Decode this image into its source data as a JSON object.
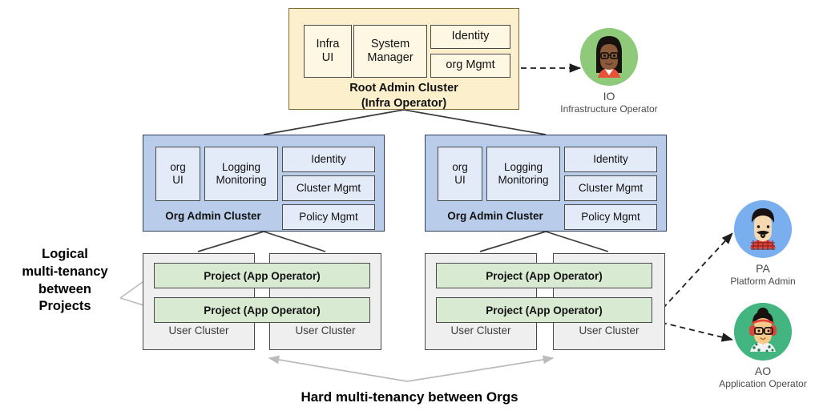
{
  "diagram": {
    "root_cluster": {
      "title_line1": "Root Admin Cluster",
      "title_line2": "(Infra Operator)",
      "fill": "#FCEFCB",
      "components": [
        {
          "label": "Infra\nUI",
          "name": "infra-ui"
        },
        {
          "label": "System\nManager",
          "name": "system-manager"
        },
        {
          "label": "Identity",
          "name": "identity"
        },
        {
          "label": "org Mgmt",
          "name": "org-mgmt"
        }
      ]
    },
    "org_clusters": [
      {
        "title": "Org Admin Cluster",
        "fill": "#B9CCEA",
        "components": [
          {
            "label": "org\nUI",
            "name": "org-ui"
          },
          {
            "label": "Logging\nMonitoring",
            "name": "logging-monitoring"
          },
          {
            "label": "Identity",
            "name": "identity"
          },
          {
            "label": "Cluster Mgmt",
            "name": "cluster-mgmt"
          },
          {
            "label": "Policy Mgmt",
            "name": "policy-mgmt"
          }
        ],
        "projects": [
          "Project (App Operator)",
          "Project (App Operator)"
        ],
        "user_clusters": [
          "User Cluster",
          "User Cluster"
        ]
      },
      {
        "title": "Org Admin Cluster",
        "fill": "#B9CCEA",
        "components": [
          {
            "label": "org\nUI",
            "name": "org-ui"
          },
          {
            "label": "Logging\nMonitoring",
            "name": "logging-monitoring"
          },
          {
            "label": "Identity",
            "name": "identity"
          },
          {
            "label": "Cluster Mgmt",
            "name": "cluster-mgmt"
          },
          {
            "label": "Policy Mgmt",
            "name": "policy-mgmt"
          }
        ],
        "projects": [
          "Project (App Operator)",
          "Project  (App Operator)"
        ],
        "user_clusters": [
          "User Cluster",
          "User Cluster"
        ]
      }
    ],
    "captions": {
      "left": "Logical\nmulti-tenancy\nbetween\nProjects",
      "left_l1": "Logical",
      "left_l2": "multi-tenancy",
      "left_l3": "between",
      "left_l4": "Projects",
      "bottom": "Hard multi-tenancy between Orgs"
    },
    "personas": [
      {
        "abbr": "IO",
        "full": "Infrastructure Operator",
        "circle_color": "#8FC97A",
        "name": "infrastructure-operator"
      },
      {
        "abbr": "PA",
        "full": "Platform Admin",
        "circle_color": "#79AFEF",
        "name": "platform-admin"
      },
      {
        "abbr": "AO",
        "full": "Application Operator",
        "circle_color": "#43B581",
        "name": "application-operator"
      }
    ],
    "colors": {
      "root_fill": "#FCEFCB",
      "org_fill": "#B9CCEA",
      "project_fill": "#D9EAD3",
      "user_cluster_fill": "#EFEFEF",
      "connector": "#3A3A3A",
      "soft_arrow": "#BBBBBB"
    }
  }
}
